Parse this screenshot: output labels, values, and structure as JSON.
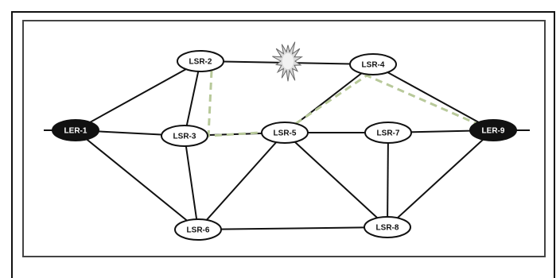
{
  "nodes": [
    {
      "id": "ler1",
      "label": "LER-1",
      "edge": true
    },
    {
      "id": "lsr2",
      "label": "LSR-2",
      "edge": false
    },
    {
      "id": "lsr3",
      "label": "LSR-3",
      "edge": false
    },
    {
      "id": "lsr4",
      "label": "LSR-4",
      "edge": false
    },
    {
      "id": "lsr5",
      "label": "LSR-5",
      "edge": false
    },
    {
      "id": "lsr6",
      "label": "LSR-6",
      "edge": false
    },
    {
      "id": "lsr7",
      "label": "LSR-7",
      "edge": false
    },
    {
      "id": "lsr8",
      "label": "LSR-8",
      "edge": false
    },
    {
      "id": "ler9",
      "label": "LER-9",
      "edge": true
    }
  ],
  "links": [
    [
      "ler1",
      "lsr2"
    ],
    [
      "ler1",
      "lsr3"
    ],
    [
      "ler1",
      "lsr6"
    ],
    [
      "lsr2",
      "lsr4"
    ],
    [
      "lsr2",
      "lsr3"
    ],
    [
      "lsr3",
      "lsr5"
    ],
    [
      "lsr3",
      "lsr6"
    ],
    [
      "lsr4",
      "lsr5"
    ],
    [
      "lsr4",
      "ler9"
    ],
    [
      "lsr5",
      "lsr7"
    ],
    [
      "lsr5",
      "lsr6"
    ],
    [
      "lsr5",
      "lsr8"
    ],
    [
      "lsr6",
      "lsr8"
    ],
    [
      "lsr7",
      "lsr8"
    ],
    [
      "lsr7",
      "ler9"
    ],
    [
      "lsr8",
      "ler9"
    ]
  ],
  "backup_path": [
    "lsr2",
    "lsr3",
    "lsr5",
    "lsr4",
    "ler9"
  ],
  "failure_marker": "explosion-icon",
  "colors": {
    "line": "#111111",
    "node_fill": "#ffffff",
    "edge_node_fill": "#111111",
    "backup_path": "#b8c99a",
    "burst_fill": "#dcdcdc"
  }
}
